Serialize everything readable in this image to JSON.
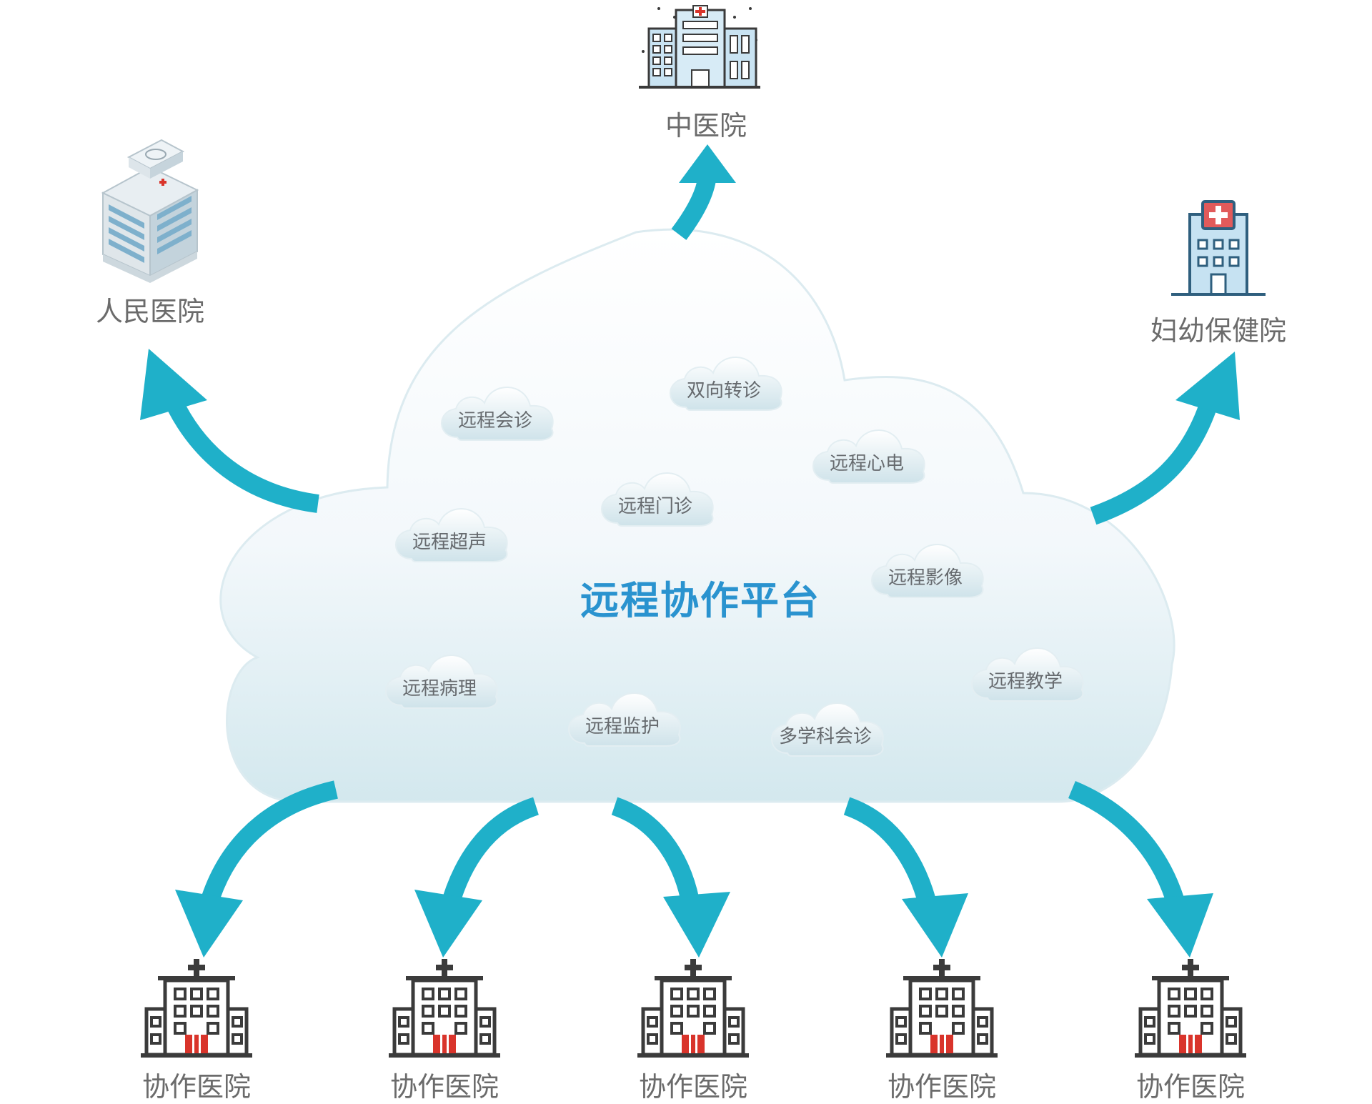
{
  "center": {
    "title": "远程协作平台"
  },
  "services": [
    "远程会诊",
    "双向转诊",
    "远程心电",
    "远程门诊",
    "远程超声",
    "远程影像",
    "远程病理",
    "远程监护",
    "多学科会诊",
    "远程教学"
  ],
  "top_hospitals": {
    "left": "人民医院",
    "center": "中医院",
    "right": "妇幼保健院"
  },
  "bottom_hospitals": [
    "协作医院",
    "协作医院",
    "协作医院",
    "协作医院",
    "协作医院"
  ],
  "colors": {
    "arrow": "#1fb0c9",
    "title": "#2a93cf",
    "label": "#6b6b6b",
    "cross": "#d9534f"
  }
}
